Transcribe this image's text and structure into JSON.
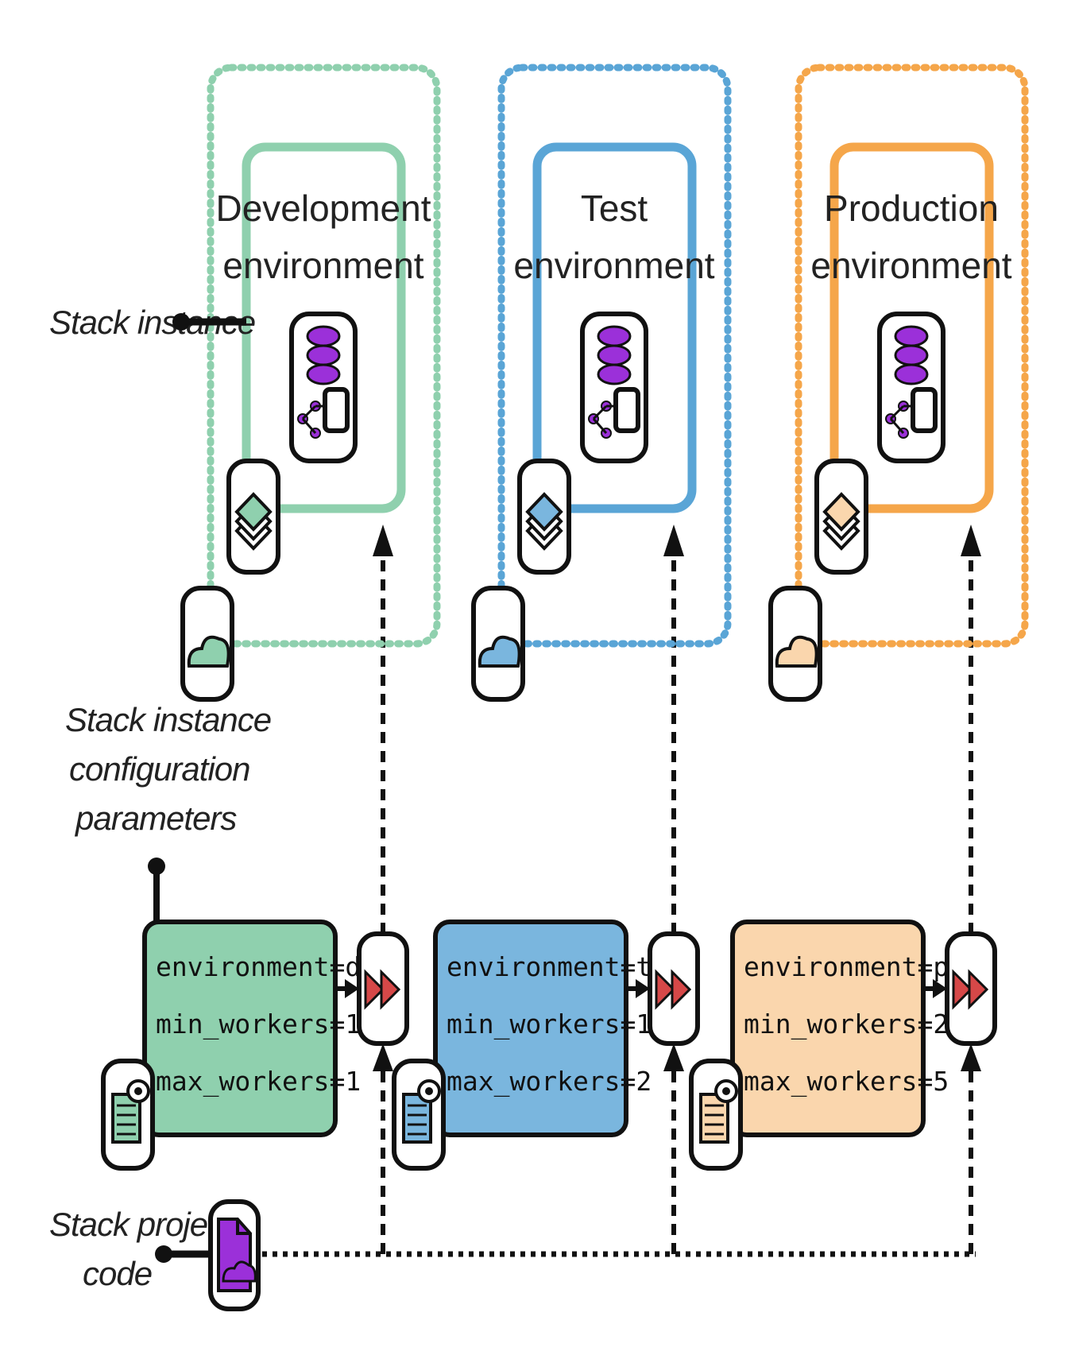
{
  "labels": {
    "stack_instance": "Stack instance",
    "config_params": [
      "Stack instance",
      "configuration",
      "parameters"
    ],
    "project_code": [
      "Stack project",
      "code"
    ]
  },
  "environments": [
    {
      "key": "dev",
      "title": [
        "Development",
        "environment"
      ],
      "color": "#8fd0ae",
      "fill": "#8fd0ae",
      "config": [
        "environment=dev",
        "min_workers=1",
        "max_workers=1"
      ]
    },
    {
      "key": "test",
      "title": [
        "Test",
        "environment"
      ],
      "color": "#5aa5d6",
      "fill": "#7ab6de",
      "config": [
        "environment=test",
        "min_workers=1",
        "max_workers=2"
      ]
    },
    {
      "key": "prod",
      "title": [
        "Production",
        "environment"
      ],
      "color": "#f5a64a",
      "fill": "#fad6ad",
      "config": [
        "environment=prod",
        "min_workers=2",
        "max_workers=5"
      ]
    }
  ],
  "icons": {
    "stack": "database-stack-icon",
    "layers": "layers-icon",
    "cloud": "cloud-icon",
    "config_file": "config-file-icon",
    "pipeline_stage": "fast-forward-icon",
    "project_code": "code-document-icon"
  },
  "accent_purple": "#9b30d9",
  "accent_red": "#d64848"
}
